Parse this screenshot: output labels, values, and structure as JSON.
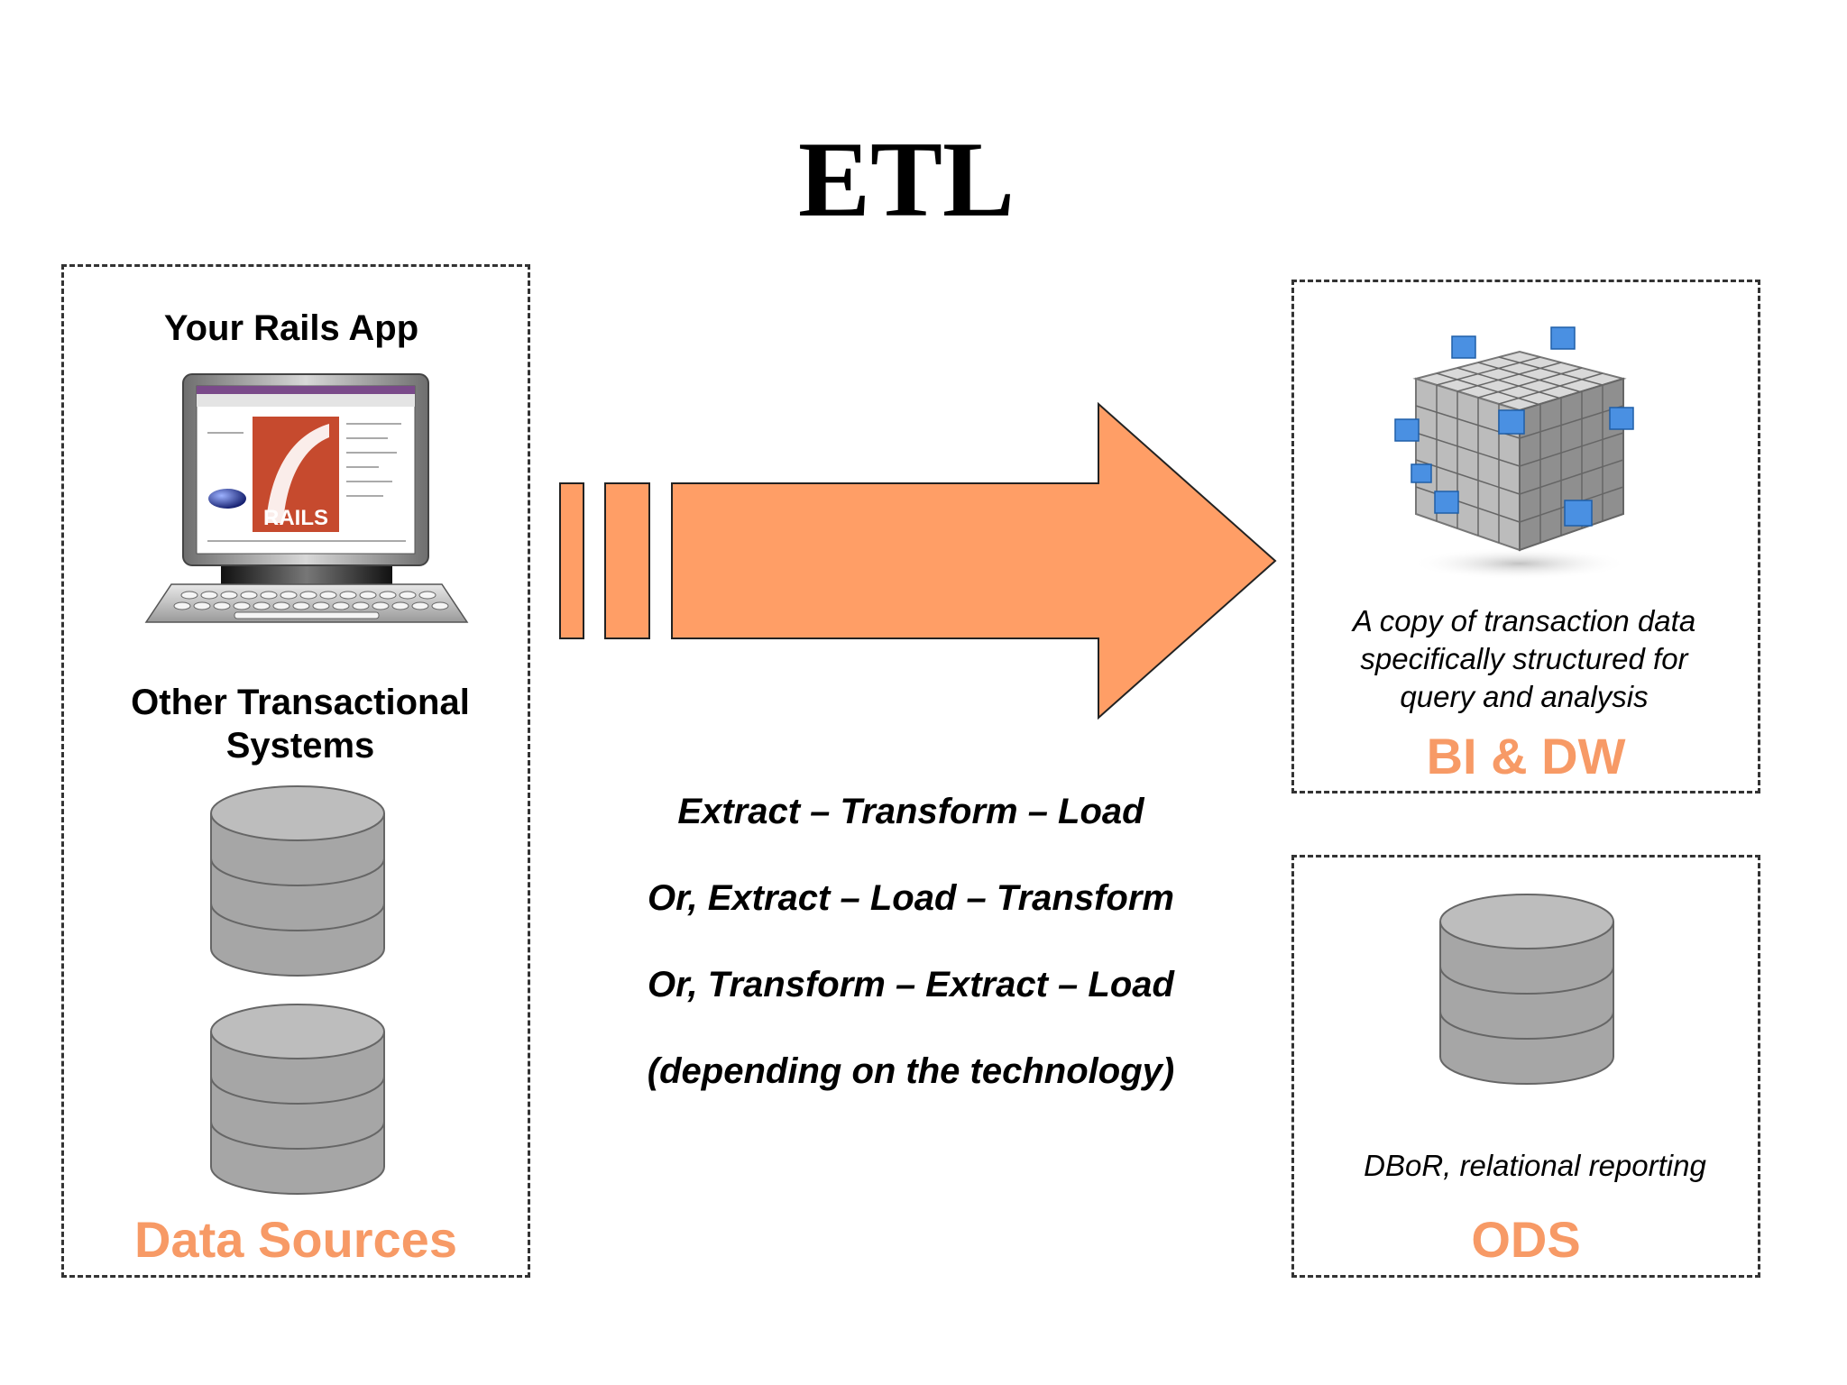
{
  "title": "ETL",
  "sources": {
    "app_label": "Your Rails App",
    "rails_logo_text": "RAILS",
    "other_label": "Other Transactional Systems",
    "title": "Data Sources"
  },
  "process": {
    "lines": [
      "Extract – Transform – Load",
      "Or, Extract – Load – Transform",
      "Or, Transform – Extract – Load",
      "(depending on the technology)"
    ]
  },
  "bi_dw": {
    "description": "A copy of transaction data specifically structured for query and analysis",
    "title": "BI & DW"
  },
  "ods": {
    "description": "DBoR, relational reporting",
    "title": "ODS"
  },
  "colors": {
    "accent": "#F79A66",
    "arrow": "#FF9E66",
    "database": "#A6A6A6",
    "cube_blue": "#4A90E2"
  }
}
